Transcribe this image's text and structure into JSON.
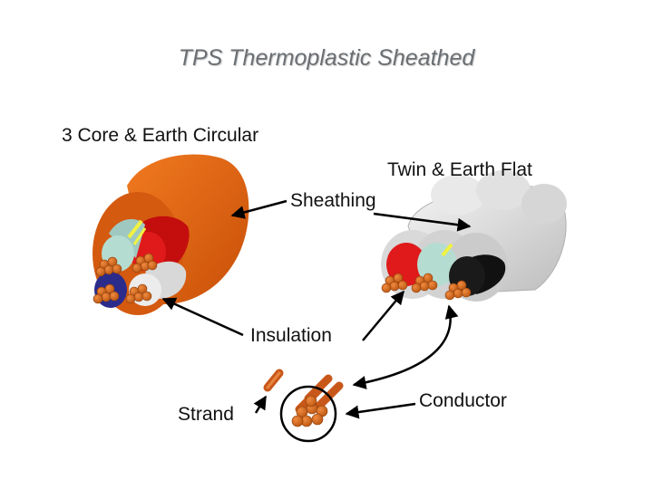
{
  "title": "TPS Thermoplastic Sheathed",
  "labels": {
    "round_cable": "3 Core & Earth Circular",
    "flat_cable": "Twin & Earth Flat",
    "sheathing": "Sheathing",
    "insulation": "Insulation",
    "conductor": "Conductor",
    "strand": "Strand"
  },
  "colors": {
    "sheath_orange": "#e06010",
    "sheath_grey": "#e4e4e4",
    "copper": "#d0621a",
    "red": "#e01010",
    "navy": "#2a2a8a",
    "earth_green_yellow": "#a8d8c8",
    "black": "#111111"
  }
}
